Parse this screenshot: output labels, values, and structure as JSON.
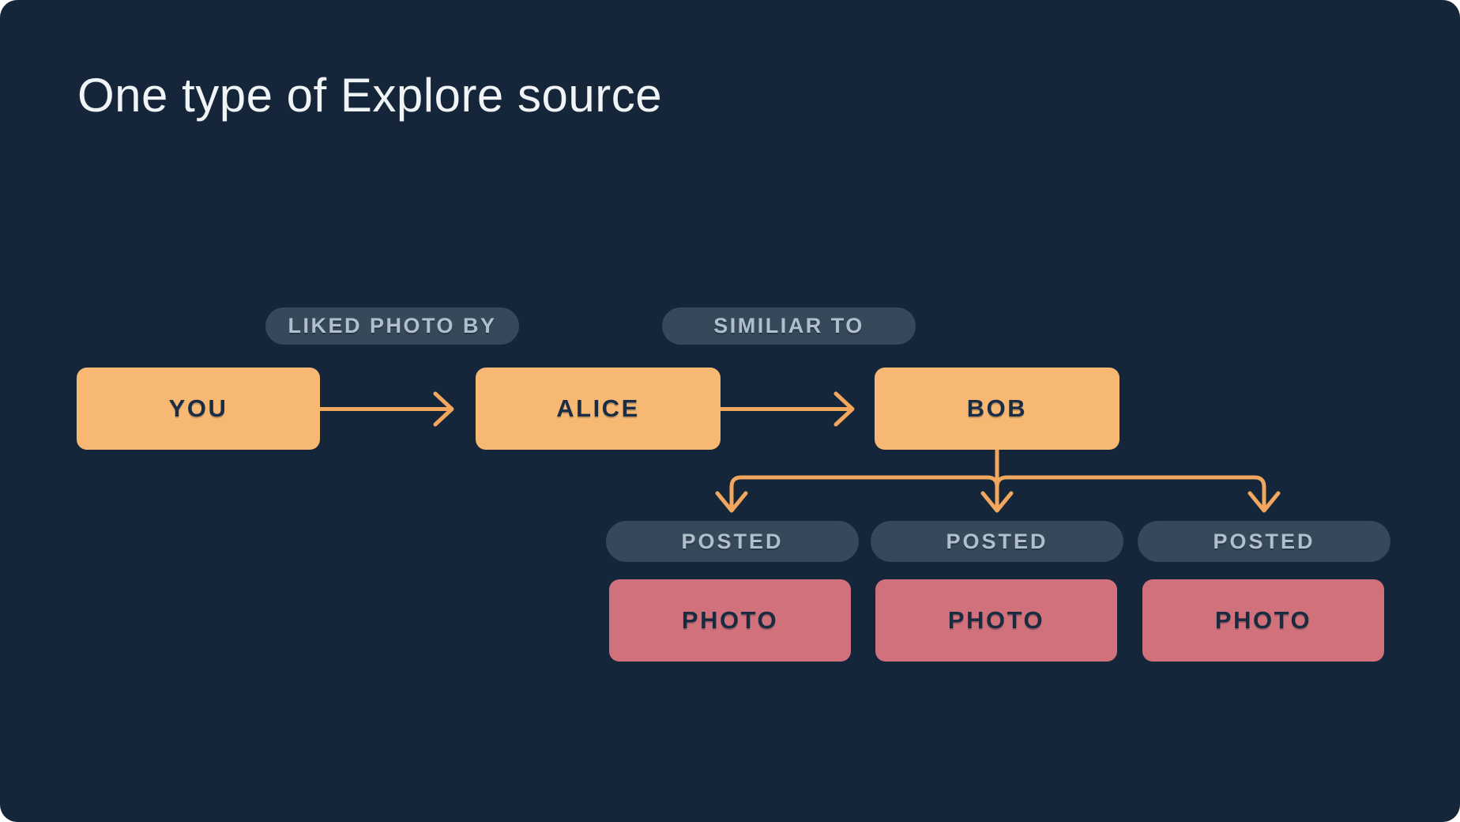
{
  "slide": {
    "title": "One type of Explore source"
  },
  "colors": {
    "page_background": "#ffffff",
    "panel_background": "#15263a",
    "title_text": "#f1f4f6",
    "entity_fill": "#f6b873",
    "photo_fill": "#d0717b",
    "pill_fill": "#36495a",
    "pill_text": "#b0bfcb",
    "node_text": "#1b2d44",
    "arrow_stroke": "#f2a75f"
  },
  "diagram": {
    "nodes": {
      "you": "YOU",
      "alice": "ALICE",
      "bob": "BOB",
      "photos": [
        "PHOTO",
        "PHOTO",
        "PHOTO"
      ]
    },
    "edges": {
      "liked_photo_by": "LIKED PHOTO BY",
      "similar_to": "SIMILIAR TO",
      "posted": [
        "POSTED",
        "POSTED",
        "POSTED"
      ]
    }
  }
}
